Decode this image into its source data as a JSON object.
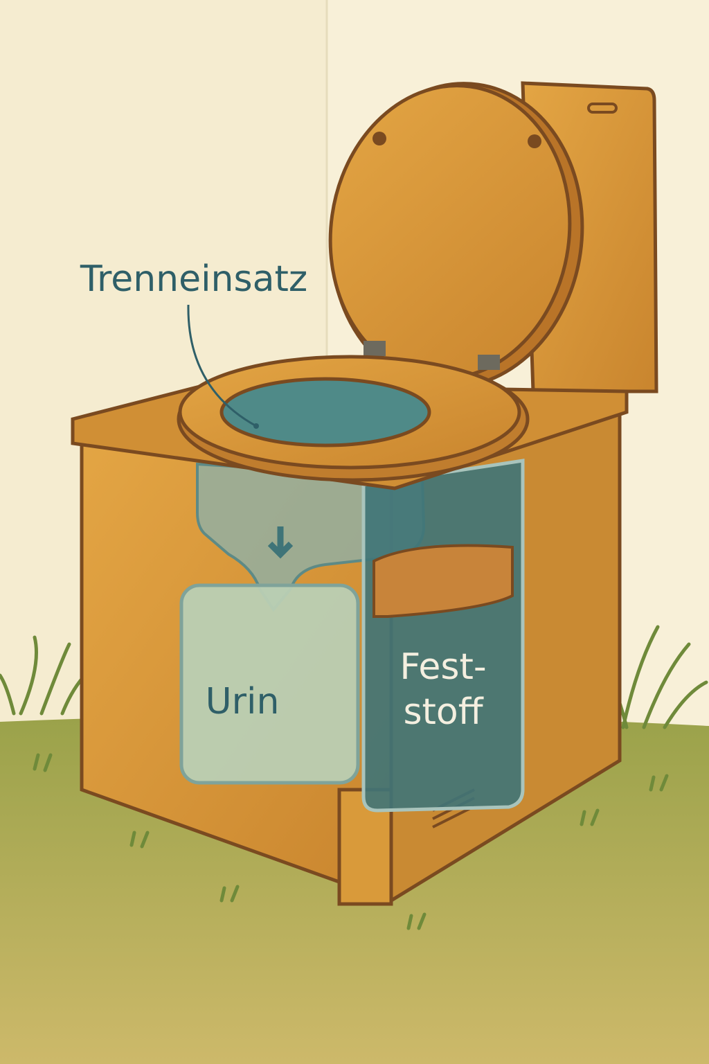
{
  "labels": {
    "separator": "Trenneinsatz",
    "urine": "Urin",
    "solids_line1": "Fest-",
    "solids_line2": "stoff"
  },
  "colors": {
    "wall": "#f5ecd0",
    "grass": "#9aa24a",
    "wood": "#d99a3a",
    "wood_dark": "#8a5424",
    "teal": "#3f7478",
    "urine_tank": "#b9cfb4",
    "label_text": "#2f5f68",
    "compost": "#c8843a"
  }
}
